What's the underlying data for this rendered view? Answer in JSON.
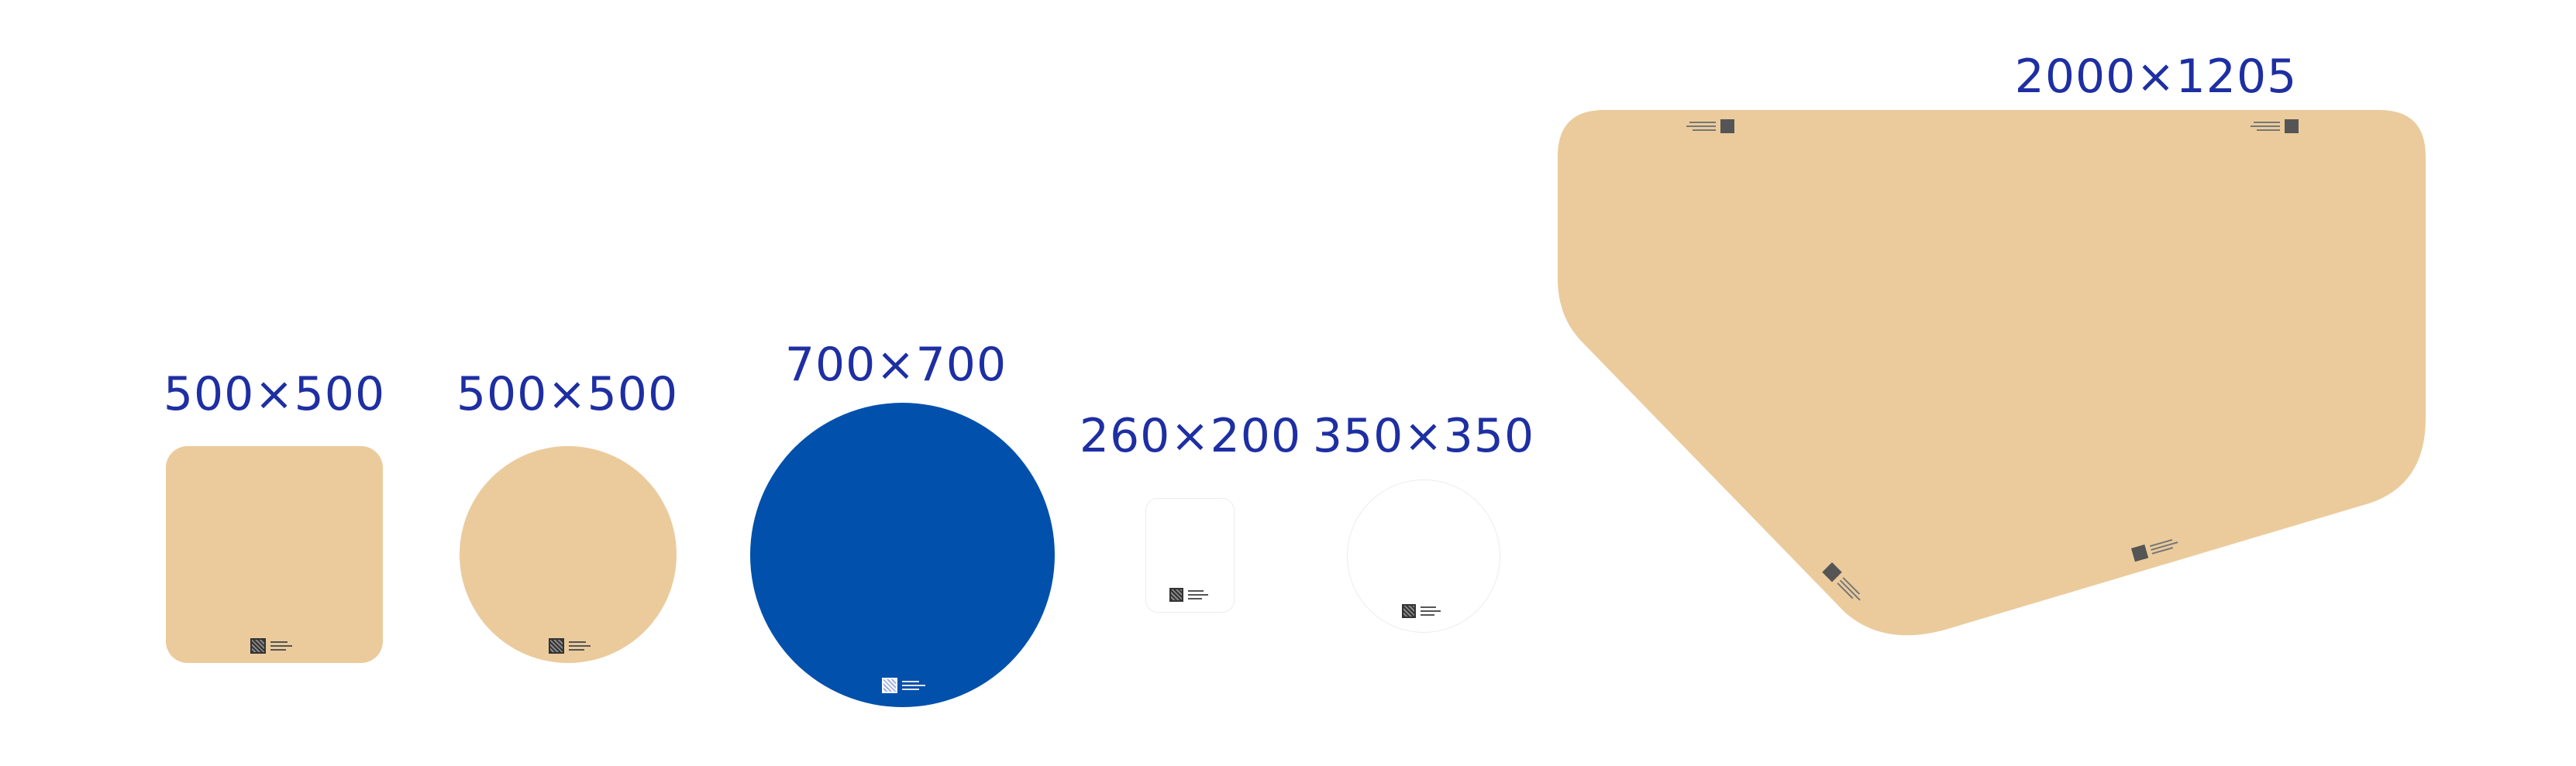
{
  "colors": {
    "label": "#1e2fa3",
    "beige": "#ebcb9c",
    "blue": "#0050ac",
    "white_outline": "#ececec"
  },
  "items": [
    {
      "label": "500×500",
      "shape": "rounded-square",
      "fill": "#ebcb9c"
    },
    {
      "label": "500×500",
      "shape": "circle",
      "fill": "#ebcb9c"
    },
    {
      "label": "700×700",
      "shape": "circle",
      "fill": "#0050ac"
    },
    {
      "label": "260×200",
      "shape": "rounded-rectangle",
      "fill": "#ffffff"
    },
    {
      "label": "350×350",
      "shape": "circle",
      "fill": "#ffffff"
    },
    {
      "label": "2000×1205",
      "shape": "polygon",
      "fill": "#ebcb9c"
    }
  ]
}
